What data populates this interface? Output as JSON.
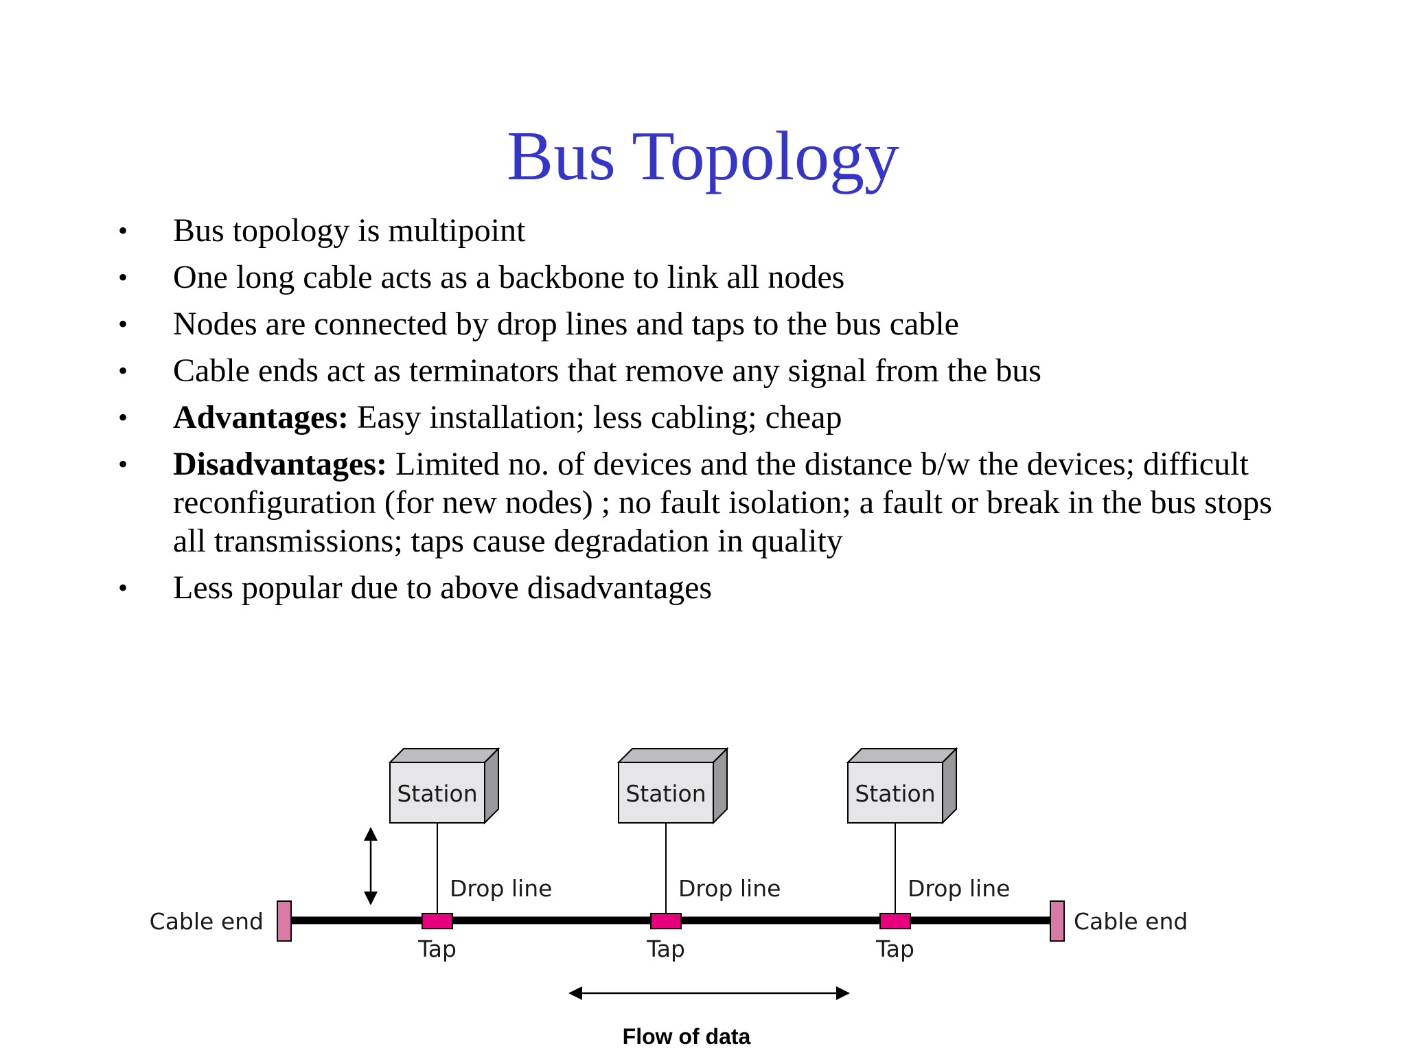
{
  "title": "Bus Topology",
  "bullets": [
    {
      "lead": "",
      "text": "Bus topology is multipoint"
    },
    {
      "lead": "",
      "text": "One long cable acts as a backbone to link all nodes"
    },
    {
      "lead": "",
      "text": "Nodes are connected by drop lines and taps to the bus cable"
    },
    {
      "lead": "",
      "text": "Cable ends act as terminators that remove any signal from the bus"
    },
    {
      "lead": "Advantages:",
      "text": " Easy installation; less cabling; cheap"
    },
    {
      "lead": "Disadvantages:",
      "text": " Limited no. of devices and the distance b/w the devices; difficult reconfiguration (for new nodes) ; no fault isolation; a fault or break in the bus stops all transmissions; taps cause degradation in quality"
    },
    {
      "lead": "",
      "text": "Less popular due to above disadvantages"
    }
  ],
  "diagram": {
    "stations": [
      {
        "label": "Station",
        "drop_label": "Drop line",
        "tap_label": "Tap"
      },
      {
        "label": "Station",
        "drop_label": "Drop line",
        "tap_label": "Tap"
      },
      {
        "label": "Station",
        "drop_label": "Drop line",
        "tap_label": "Tap"
      }
    ],
    "cable_end_left": "Cable end",
    "cable_end_right": "Cable end",
    "flow_label": "Flow of data",
    "colors": {
      "tap": "#e6007e",
      "cable_end": "#d97aa6",
      "station_face": "#e6e6e8",
      "station_side": "#bdbdbf",
      "bus": "#000000"
    }
  }
}
